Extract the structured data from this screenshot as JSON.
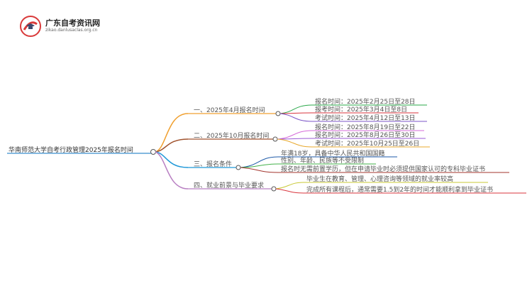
{
  "logo": {
    "title": "广东自考资讯网",
    "subtitle": "zikao.danlusaclas.org.cn",
    "accent": "#d93a3a"
  },
  "mindmap": {
    "root": "华南师范大学自考行政管理2025年报名时间",
    "branches": [
      {
        "label": "一、2025年4月报名时间",
        "color": "#f0a030",
        "items": [
          {
            "text": "报名时间：2025年2月25日至28日",
            "color": "#2aa84a"
          },
          {
            "text": "报考时间：2025年3月4日至8日",
            "color": "#d9363e"
          },
          {
            "text": "考试时间：2025年4月12日至13日",
            "color": "#7b55c7"
          }
        ]
      },
      {
        "label": "二、2025年10月报名时间",
        "color": "#a0522d",
        "items": [
          {
            "text": "报名时间：2025年8月19日至22日",
            "color": "#d66ad9"
          },
          {
            "text": "报名时间：2025年8月26日至30日",
            "color": "#9b5bd4"
          },
          {
            "text": "考试时间：2025年10月25日至26日",
            "color": "#e8a82c"
          }
        ]
      },
      {
        "label": "三、报名条件",
        "color": "#1f98d8",
        "items": [
          {
            "text": "年满18岁，具备中华人民共和国国籍",
            "color": "#1e5aa8"
          },
          {
            "text": "性别、年龄、民族等不受限制",
            "color": "#43b14a"
          },
          {
            "text": "报名时无需前置学历，但在申请毕业时必须提供国家认可的专科毕业证书",
            "color": "#a3342d"
          }
        ]
      },
      {
        "label": "四、就业前景与毕业要求",
        "color": "#b87fc2",
        "items": [
          {
            "text": "毕业生在教育、管理、心理咨询等领域的就业率较高",
            "color": "#c9c936"
          },
          {
            "text": "完成所有课程后，通常需要1.5到2年的时间才能顺利拿到毕业证书",
            "color": "#d9363e"
          }
        ]
      }
    ]
  }
}
